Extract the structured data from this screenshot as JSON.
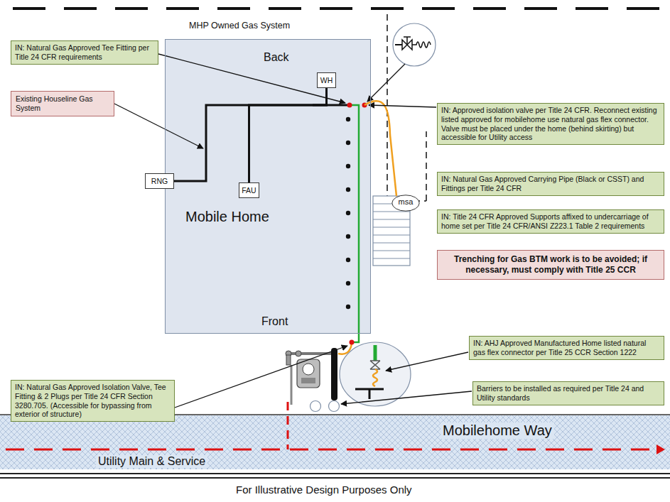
{
  "diagram": {
    "nodes": [
      {
        "text": [
          "IN: Natural Gas Approved Tee Fitting per Title 24 CFR requirements"
        ]
      },
      {
        "text": [
          "Back",
          "Mobile Home",
          "Front"
        ]
      },
      {
        "text": [
          "WH"
        ],
        "in": 1
      },
      {
        "text": [
          "Existing Houseline Gas System"
        ]
      },
      {
        "text": [
          "IN: Approved isolation valve per Title 24 CFR. Reconnect existing listed approved for mobilehome use natural gas flex connector. Valve must be placed under the home (behind skirting) but accessible for Utility access"
        ]
      },
      {
        "text": [
          "msa"
        ]
      },
      {
        "text": [
          "IN: Natural Gas Approved Carrying Pipe (Black or CSST) and Fittings per Title 24 CFR"
        ]
      },
      {
        "text": [
          "IN: Title 24 CFR Approved Supports affixed to undercarriage of home set per Title 24 CFR/ANSI Z223.1 Table 2 requirements"
        ]
      },
      {
        "text": [
          "Trenching for Gas BTM work is to be avoided; if necessary, must comply with Title 25 CCR"
        ]
      },
      {
        "text": [
          "RNG"
        ],
        "in": 1
      },
      {
        "text": [
          "FAU"
        ],
        "in": 1
      },
      {
        "text": [
          "IN: AHJ Approved Manufactured Home listed natural gas flex connector per Title 25 CCR Section 1222"
        ]
      },
      {
        "text": [
          "IN: Natural Gas Approved Isolation Valve, Tee Fitting & 2 Plugs per Title 24 CFR Section 3280.705. (Accessible for bypassing from exterior of structure)"
        ]
      },
      {
        "text": [
          "Barriers to be installed as required per Title 24 and Utility standards"
        ]
      }
    ],
    "edges": [
      {
        "from": 2,
        "to": 9,
        "arrow": "none"
      },
      {
        "from": 2,
        "to": 10,
        "arrow": "none"
      }
    ],
    "labels": [
      "MHP Owned Gas System",
      "Mobilehome Way",
      "Utility Main & Service",
      "For Illustrative Design Purposes Only"
    ]
  }
}
